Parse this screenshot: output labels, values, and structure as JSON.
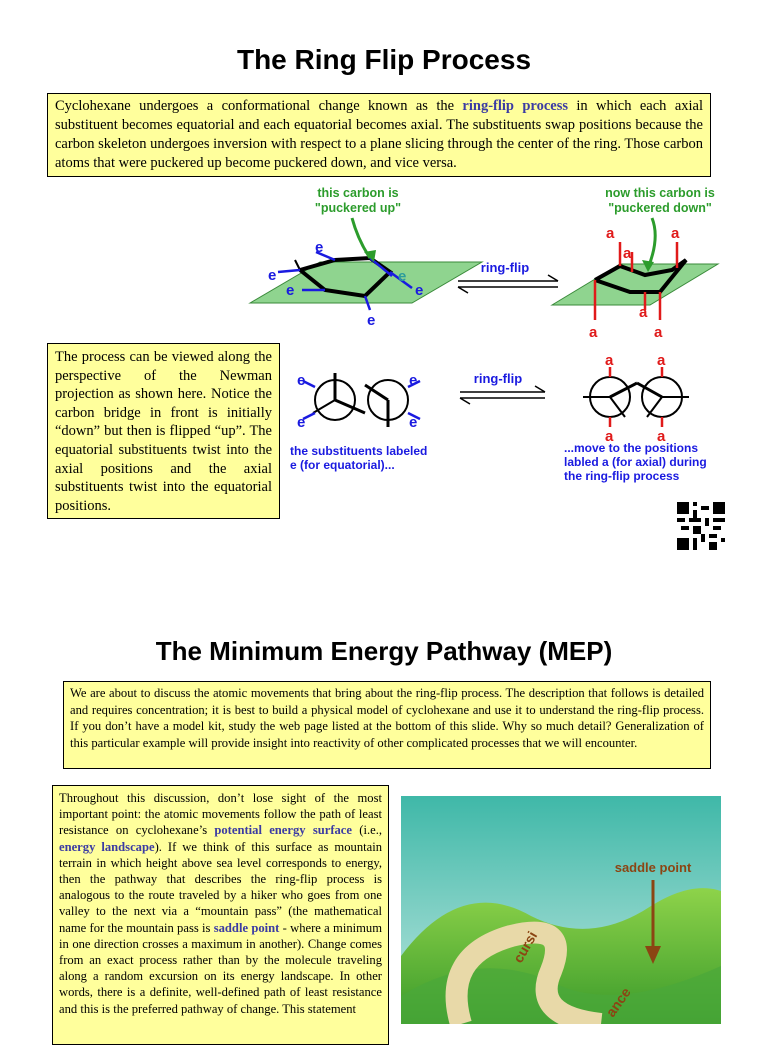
{
  "section1": {
    "title": "The Ring Flip Process",
    "intro": {
      "p1": "Cyclohexane undergoes a conformational change known as the ",
      "term": "ring-flip process",
      "p2": " in which each axial substituent becomes equatorial and each equatorial becomes axial.  The substituents swap positions because the carbon skeleton undergoes inversion with respect to a plane slicing through the center of the ring.  Those carbon atoms that were puckered up become puckered down, and vice versa."
    },
    "newman_text": "The process can be viewed along the perspective of the Newman projection as shown here.  Notice the carbon bridge in front is initially “down” but then is flipped “up”.  The equatorial substituents twist into the axial positions and the axial substituents twist into the equatorial positions.",
    "diagram": {
      "left_caption_1": "this carbon is",
      "left_caption_2": "\"puckered  up\"",
      "right_caption_1": "now this carbon is",
      "right_caption_2": "\"puckered  down\"",
      "ring_flip_label": "ring-flip",
      "equatorial_letter": "e",
      "axial_letter": "a",
      "newman_left_caption_1": "the substituents labeled",
      "newman_left_caption_2": "e (for equatorial)...",
      "newman_right_caption_1": "...move to the positions",
      "newman_right_caption_2": "labled a (for axial) during",
      "newman_right_caption_3": "the ring-flip process"
    }
  },
  "section2": {
    "title": "The Minimum Energy Pathway (MEP)",
    "intro": "We are about to discuss the atomic movements that bring about the ring-flip process.  The description that follows is detailed and requires concentration; it is best to build a physical model of cyclohexane and use it to understand the ring-flip process.  If you don’t have a model kit, study the web page listed at the bottom of this slide. Why so much detail?  Generalization of this particular example will provide insight into reactivity of other complicated processes that we will encounter.",
    "body": {
      "p1": "Throughout this discussion, don’t lose sight of the most important point: the atomic movements follow the path of least resistance on cyclohexane’s ",
      "term1": "potential energy surface",
      "p2": " (i.e., ",
      "term2": "energy landscape",
      "p3": ").  If we think of this surface as mountain terrain in which height above sea level corresponds to energy, then the pathway that describes the ring-flip process is analogous to the route traveled by a hiker who goes from one valley to the next via a “mountain pass” (the mathematical name for the mountain pass is ",
      "term3": "saddle point",
      "p4": " - where a minimum in one direction crosses a maximum in another).  Change comes from an exact process rather than by the molecule traveling along a random excursion on its energy landscape.  In other words, there is a definite, well-defined path of least resistance and this is the preferred pathway of change.  This statement"
    },
    "landscape": {
      "saddle_label": "saddle point",
      "path_text_1": "cursi",
      "path_text_2": "ance"
    }
  },
  "colors": {
    "box_fill": "#ffff9c",
    "plane_fill": "#8fd48f",
    "equatorial": "#1a1ae0",
    "axial": "#e01a1a",
    "annotation": "#2c9c2c",
    "saddle_label": "#8b4513"
  }
}
